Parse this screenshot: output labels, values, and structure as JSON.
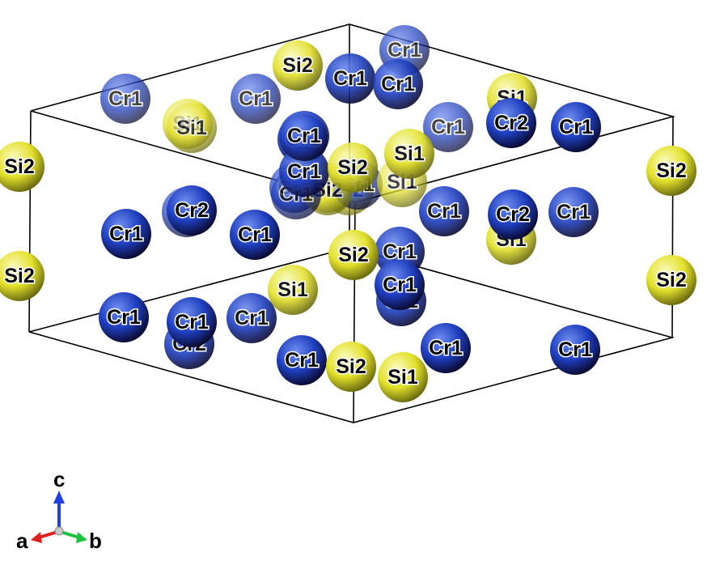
{
  "structure": {
    "species": {
      "Cr": {
        "color": "#1f3fbf"
      },
      "Si": {
        "color": "#e3e12c"
      }
    },
    "cell": {
      "edge_color": "#000000"
    },
    "atoms": [
      {
        "label": "Cr1",
        "species": "Cr",
        "depth": 2
      },
      {
        "label": "Cr1",
        "species": "Cr",
        "depth": 1
      },
      {
        "label": "Si2",
        "species": "Si",
        "depth": 1
      },
      {
        "label": "Cr1",
        "species": "Cr",
        "depth": 2
      },
      {
        "label": "Si1",
        "species": "Si",
        "depth": 2
      },
      {
        "label": "Si1",
        "species": "Si",
        "depth": 1
      },
      {
        "label": "Cr1",
        "species": "Cr",
        "depth": 1
      },
      {
        "label": "Cr2",
        "species": "Cr",
        "depth": 0
      },
      {
        "label": "Cr1",
        "species": "Cr",
        "depth": 2
      },
      {
        "label": "Si1",
        "species": "Si",
        "depth": 2
      },
      {
        "label": "Cr1",
        "species": "Cr",
        "depth": 2
      },
      {
        "label": "Si2",
        "species": "Si",
        "depth": 2
      },
      {
        "label": "Si2",
        "species": "Si",
        "depth": 0
      },
      {
        "label": "Cr1",
        "species": "Cr",
        "depth": 0
      },
      {
        "label": "Si2",
        "species": "Si",
        "depth": 2
      },
      {
        "label": "Cr1",
        "species": "Cr",
        "depth": 1
      },
      {
        "label": "Cr1",
        "species": "Cr",
        "depth": 2
      },
      {
        "label": "Cr1",
        "species": "Cr",
        "depth": 2
      },
      {
        "label": "Si2",
        "species": "Si",
        "depth": 2
      },
      {
        "label": "Si1",
        "species": "Si",
        "depth": 2
      },
      {
        "label": "Cr1",
        "species": "Cr",
        "depth": 2
      },
      {
        "label": "Si2",
        "species": "Si",
        "depth": 0
      },
      {
        "label": "Cr1",
        "species": "Cr",
        "depth": 1
      },
      {
        "label": "Cr1",
        "species": "Cr",
        "depth": 1
      },
      {
        "label": "Cr1",
        "species": "Cr",
        "depth": 2
      },
      {
        "label": "Cr1",
        "species": "Cr",
        "depth": 0
      },
      {
        "label": "Si1",
        "species": "Si",
        "depth": 1
      },
      {
        "label": "Cr2",
        "species": "Cr",
        "depth": 0
      },
      {
        "label": "Cr1",
        "species": "Cr",
        "depth": 1
      },
      {
        "label": "Si2",
        "species": "Si",
        "depth": 1
      },
      {
        "label": "Cr2",
        "species": "Cr",
        "depth": 0
      },
      {
        "label": "Si1",
        "species": "Si",
        "depth": 1
      },
      {
        "label": "Cr1",
        "species": "Cr",
        "depth": 1
      },
      {
        "label": "Cr1",
        "species": "Cr",
        "depth": 0
      },
      {
        "label": "Si2",
        "species": "Si",
        "depth": 0
      },
      {
        "label": "Si1",
        "species": "Si",
        "depth": 1
      },
      {
        "label": "Si2",
        "species": "Si",
        "depth": 0
      },
      {
        "label": "Cr1",
        "species": "Cr",
        "depth": 1
      },
      {
        "label": "Si2",
        "species": "Si",
        "depth": 0
      },
      {
        "label": "Cr1",
        "species": "Cr",
        "depth": 0
      },
      {
        "label": "Cr1",
        "species": "Cr",
        "depth": 0
      },
      {
        "label": "Cr1",
        "species": "Cr",
        "depth": 1
      },
      {
        "label": "Cr1",
        "species": "Cr",
        "depth": 1
      },
      {
        "label": "Cr2",
        "species": "Cr",
        "depth": 1
      },
      {
        "label": "Cr1",
        "species": "Cr",
        "depth": 0
      },
      {
        "label": "Cr1",
        "species": "Cr",
        "depth": 0
      },
      {
        "label": "Cr1",
        "species": "Cr",
        "depth": 0
      },
      {
        "label": "Si2",
        "species": "Si",
        "depth": 0
      },
      {
        "label": "Si1",
        "species": "Si",
        "depth": 0
      },
      {
        "label": "Cr1",
        "species": "Cr",
        "depth": 0
      }
    ]
  },
  "axes": {
    "a": {
      "label": "a",
      "color": "#e02020"
    },
    "b": {
      "label": "b",
      "color": "#20c040"
    },
    "c": {
      "label": "c",
      "color": "#2040e0"
    }
  }
}
